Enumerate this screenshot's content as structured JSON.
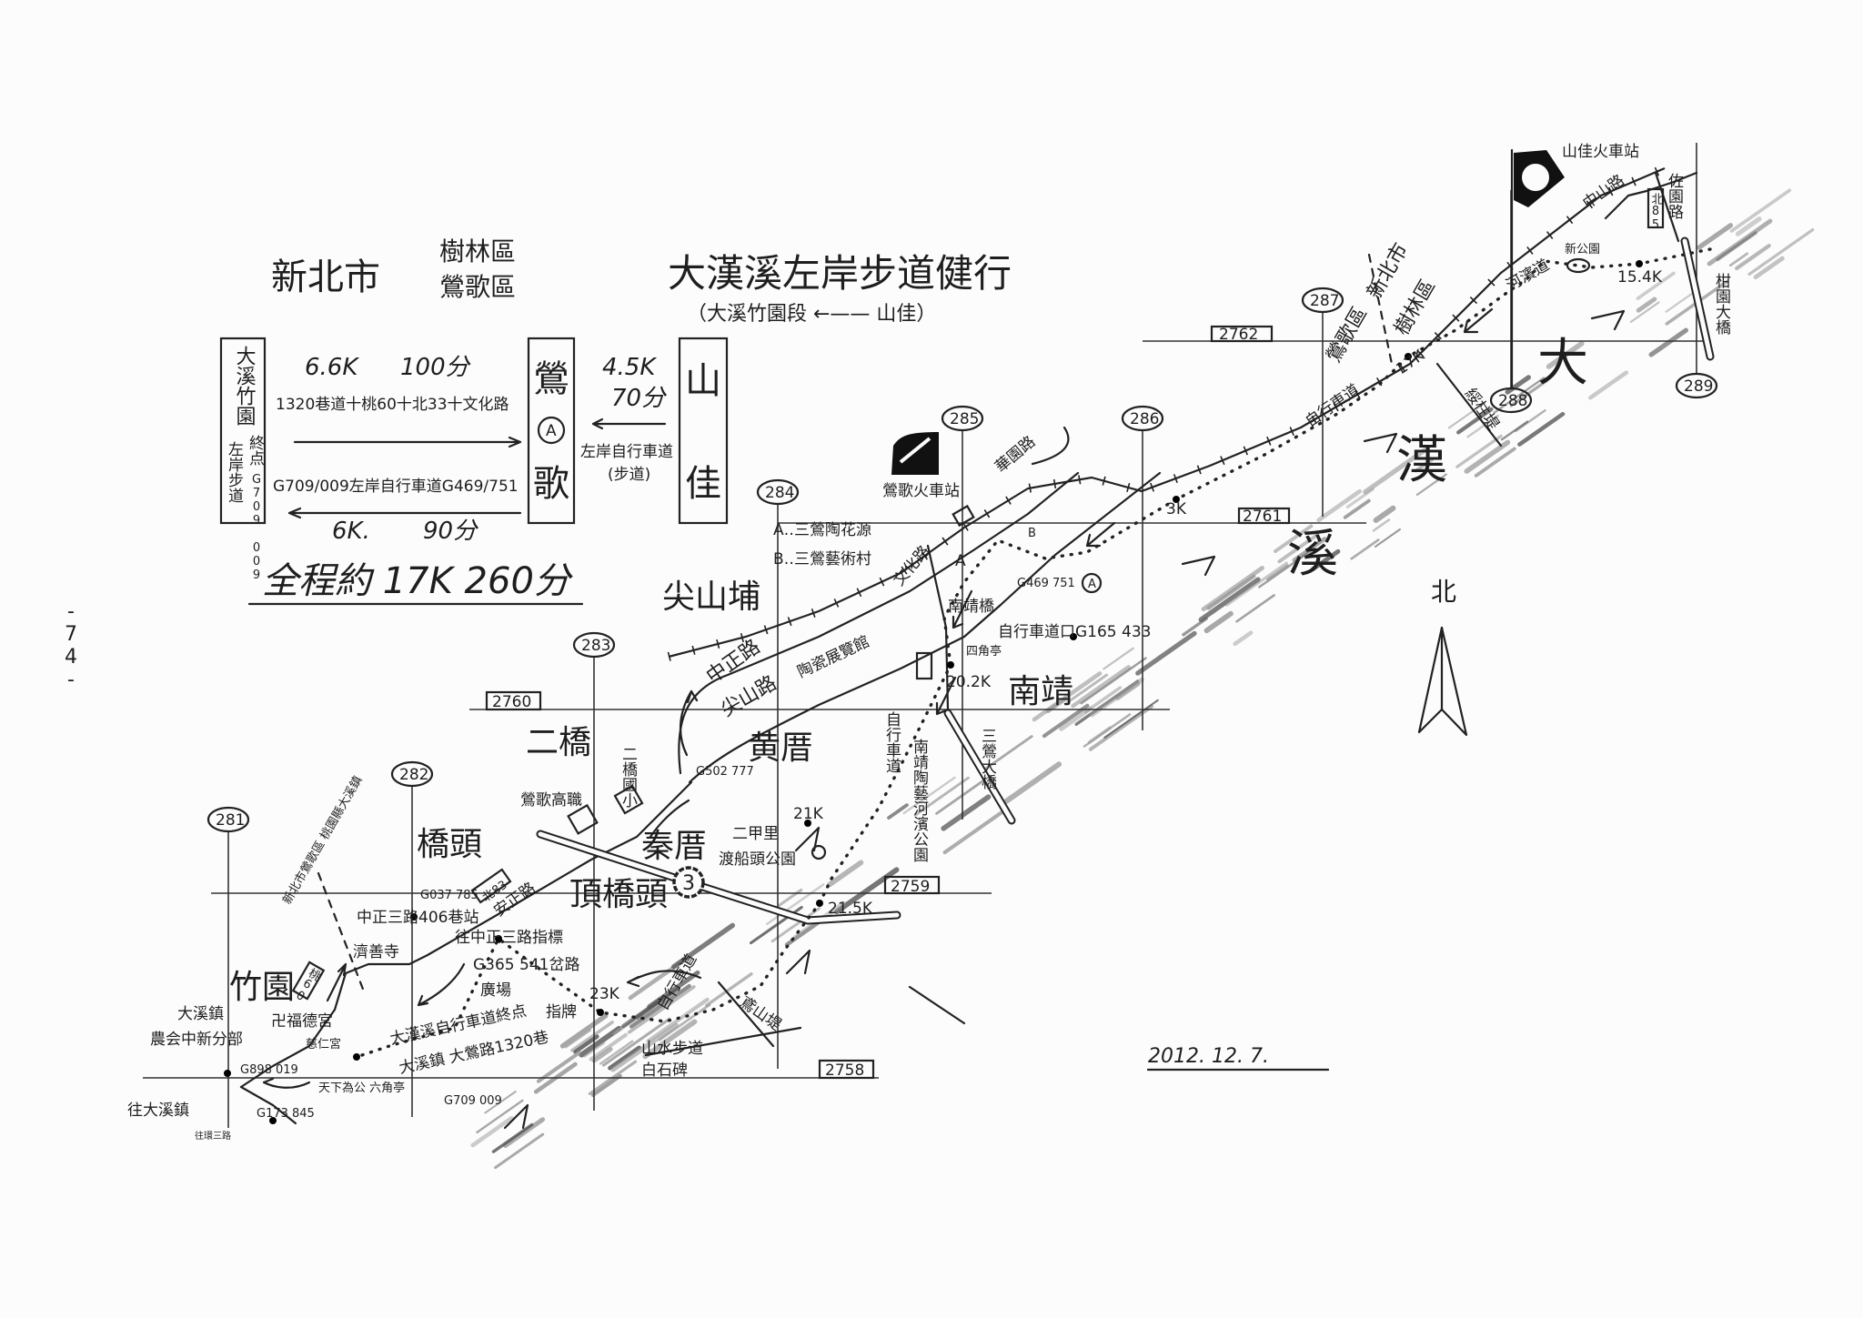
{
  "page_number": "-74-",
  "header": {
    "city": "新北市",
    "district_1": "樹林區",
    "district_2": "鶯歌區",
    "title": "大漢溪左岸步道健行",
    "subtitle": "（大溪竹園段 ←—— 山佳）"
  },
  "summary": {
    "start_box": {
      "name": "大溪竹園",
      "sub": "左岸步道",
      "end": "終点",
      "gps": "G709 009"
    },
    "mid_box": {
      "top": "鶯",
      "marker": "A",
      "bottom": "歌"
    },
    "end_box": {
      "top": "山",
      "bottom": "佳"
    },
    "leg_east": {
      "distance": "4.5K",
      "time": "70分",
      "route": "左岸自行車道",
      "route_note": "(步道)"
    },
    "leg_west_out": {
      "distance": "6.6K",
      "time": "100分",
      "route": "1320巷道十桃60十北33十文化路"
    },
    "leg_west_back": {
      "route": "G709/009左岸自行車道G469/751",
      "distance": "6K.",
      "time": "90分"
    },
    "total": "全程約 17K 260分"
  },
  "grid": {
    "rows": [
      "2762",
      "2761",
      "2760",
      "2759",
      "2758"
    ],
    "columns": [
      "281",
      "282",
      "283",
      "284",
      "285",
      "286",
      "287",
      "288",
      "289"
    ]
  },
  "river": {
    "chars": [
      "大",
      "漢",
      "溪"
    ]
  },
  "north": "北",
  "places": {
    "jianshanpu": "尖山埔",
    "erqiao": "二橋",
    "huangcuo": "黄厝",
    "qincuo": "秦厝",
    "qiaotou": "橋頭",
    "dingqiaotou": "頂橋頭",
    "zhuyuan": "竹園",
    "nanjing": "南靖"
  },
  "labels": {
    "shanjia_station": "山佳火車站",
    "zhongshan_rd": "中山路",
    "zuoyuan_rd": "佐園路",
    "bei85": "北85",
    "ganyuan_bridge": "柑園大橋",
    "new_park": "新公園",
    "riverside_path": "河濱道",
    "km_15_4": "15.4K",
    "shulin_city": "新北市",
    "shulin_dist": "樹林區",
    "yingge_dist": "鶯歌區",
    "bikeway_17k": "自行車道",
    "km_17": "17K",
    "levee_upper": "綏柱堤",
    "km_3": "3K",
    "yingge_station": "鶯歌火車站",
    "huatong_rd": "華園路",
    "legend_a": "A‥三鶯陶花源",
    "legend_b": "B‥三鶯藝術村",
    "wenhua_rd": "文化路",
    "marker_a_road": "A",
    "marker_b": "B",
    "gps_a": "G469 751",
    "marker_a": "A",
    "nanjing_bridge": "南靖橋",
    "bike_entrance": "自行車道口G165 433",
    "pavilion": "四角亭",
    "km_20_2": "20.2K",
    "ceramics_hall": "陶瓷展覽館",
    "zhongzheng_rd": "中正路",
    "jianshan_rd": "尖山路",
    "erqiao_school": "二橋國小",
    "gps_502": "G502 777",
    "yingge_hs": "鶯歌高職",
    "erjiali": "二甲里",
    "ferry_park": "渡船頭公園",
    "km_21": "21K",
    "km_21_5": "21.5K",
    "bikeway_upper": "自行車道",
    "nanjing_park": "南靖陶藝河濱公園",
    "sanying_bridge": "三鶯大橋",
    "highway_3": "3",
    "anzheng_rd": "安正路",
    "bei83": "北83",
    "gps_037": "G037 785",
    "zhongzheng3_stop": "中正三路406巷站",
    "jishan_temple": "濟善寺",
    "boundary": "新北市鶯歌區 桃園縣大溪鎮",
    "to_zhongzheng3_sign": "往中正三路指標",
    "gps_365": "G365 541岔路",
    "plaza": "廣場",
    "km_23": "23K",
    "bikeway_lower": "自行車道",
    "levee_lower": "鳶山堤",
    "shanshui_trail": "山水步道",
    "white_stone": "白石碑",
    "fude_temple": "卍福德宮",
    "tao60": "桃60",
    "daxi_town": "大溪鎮",
    "farmers_assoc": "農会中新分部",
    "gps_898": "G898 019",
    "to_daxi": "往大溪鎮",
    "gps_173": "G173 845",
    "to_road": "往環三路",
    "cien_temple": "慈仁宮",
    "hexagon_pavilion": "天下為公 六角亭",
    "bikeway_end": "大漢溪自行車道終点",
    "sign": "指牌",
    "daxi_1320": "大溪鎮 大鶯路1320巷",
    "gps_709": "G709 009"
  },
  "date": "2012. 12. 7."
}
